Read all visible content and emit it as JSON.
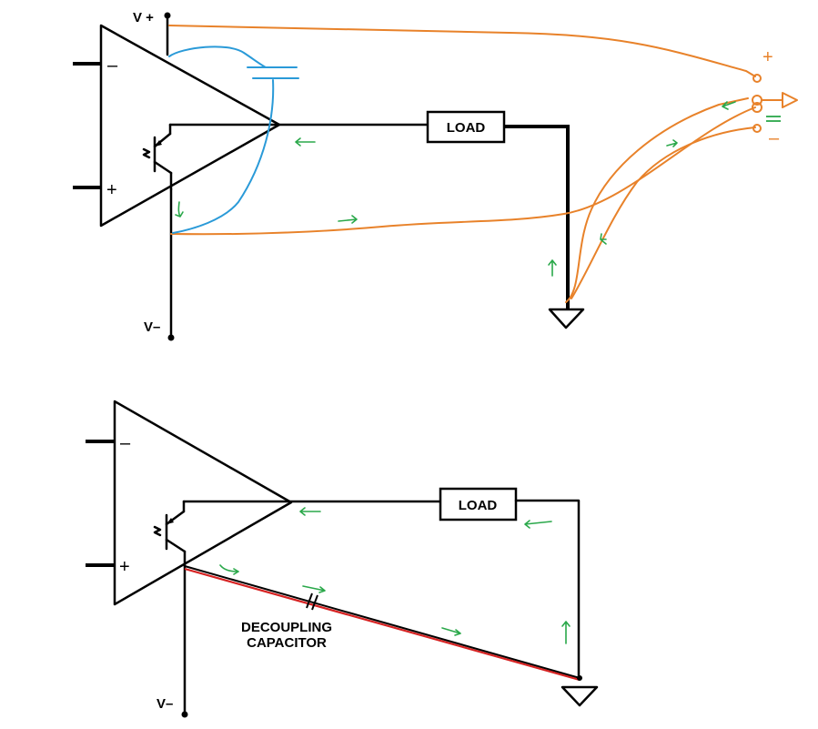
{
  "top_circuit": {
    "vplus_label": "V +",
    "vminus_label": "V–",
    "load_label": "LOAD",
    "inverting_sign": "–",
    "noninverting_sign": "+",
    "supply_plus_sign": "+",
    "supply_minus_sign": "–"
  },
  "bottom_circuit": {
    "vminus_label": "V–",
    "load_label": "LOAD",
    "inverting_sign": "–",
    "noninverting_sign": "+",
    "capacitor_label_line1": "DECOUPLING",
    "capacitor_label_line2": "CAPACITOR"
  },
  "colors": {
    "supply_wiring": "#e8822a",
    "bypass_path": "#2a9ad8",
    "current_arrows": "#2aa84a",
    "decoupling_path": "#d62222"
  }
}
